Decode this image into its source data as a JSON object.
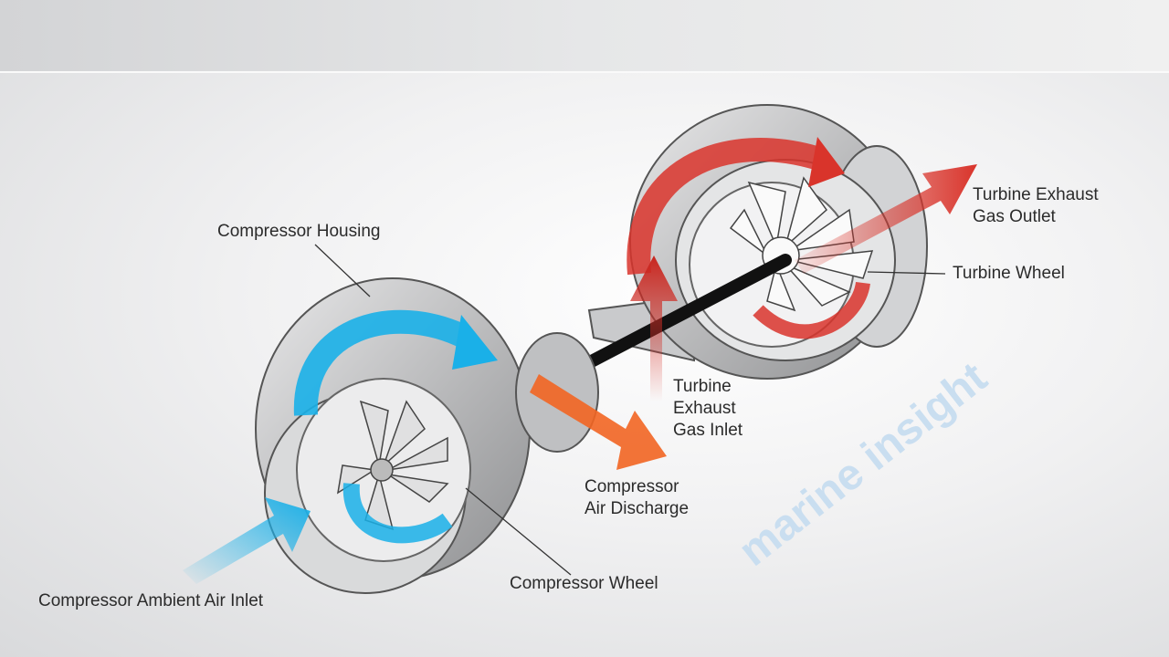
{
  "labels": {
    "compressor_housing": "Compressor Housing",
    "turbine_exhaust_outlet": [
      "Turbine Exhaust",
      "Gas Outlet"
    ],
    "turbine_wheel": "Turbine Wheel",
    "turbine_exhaust_inlet": [
      "Turbine",
      "Exhaust",
      "Gas Inlet"
    ],
    "compressor_air_discharge": [
      "Compressor",
      "Air Discharge"
    ],
    "compressor_wheel": "Compressor Wheel",
    "compressor_ambient_air_inlet": "Compressor Ambient Air Inlet"
  },
  "watermark": "marine insight",
  "colors": {
    "air": "#1ab0e8",
    "exhaust": "#d9342b",
    "discharge": "#f26522",
    "housing": "#9a9b9d"
  }
}
